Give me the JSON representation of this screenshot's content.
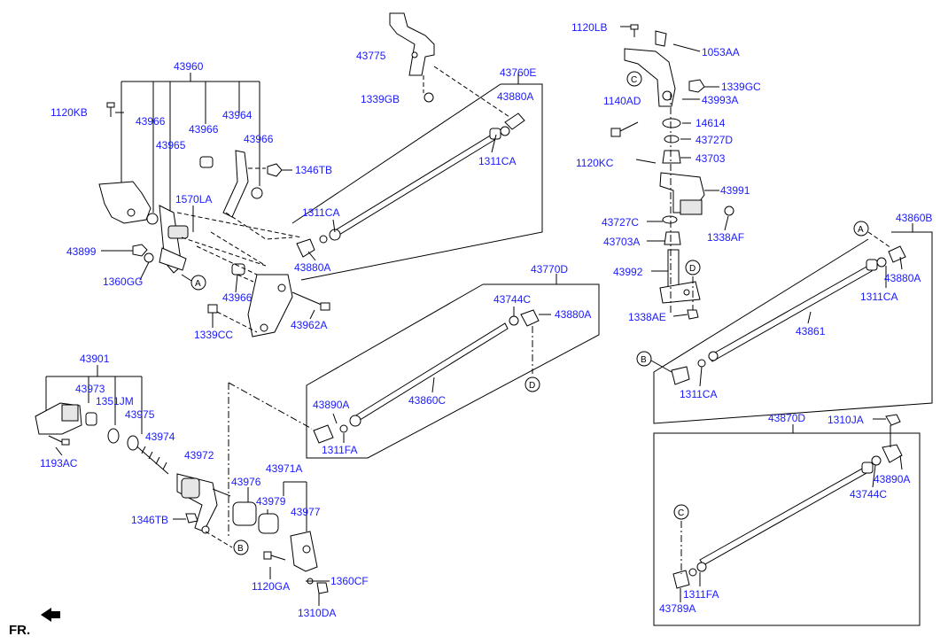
{
  "labels": {
    "l43960": "43960",
    "l1120KB": "1120KB",
    "l43966a": "43966",
    "l43965": "43965",
    "l43966b": "43966",
    "l43964": "43964",
    "l43966c": "43966",
    "l1346TBa": "1346TB",
    "l1570LA": "1570LA",
    "l43899": "43899",
    "l1360GG": "1360GG",
    "l43966d": "43966",
    "l1339CC": "1339CC",
    "l43962A": "43962A",
    "l43775": "43775",
    "l1339GB": "1339GB",
    "l43760E": "43760E",
    "l43880Aa": "43880A",
    "l1311CAa": "1311CA",
    "l1311CAb": "1311CA",
    "l43880Ab": "43880A",
    "l1120LB": "1120LB",
    "l1053AA": "1053AA",
    "l1339GC": "1339GC",
    "l43993A": "43993A",
    "l1140AD": "1140AD",
    "l14614": "14614",
    "l43727D": "43727D",
    "l1120KC": "1120KC",
    "l43703": "43703",
    "l43991": "43991",
    "l43727C": "43727C",
    "l1338AF": "1338AF",
    "l43703A": "43703A",
    "l43992": "43992",
    "l1338AE": "1338AE",
    "l43860B": "43860B",
    "l43880Ac": "43880A",
    "l1311CAc": "1311CA",
    "l43861": "43861",
    "l1311CAd": "1311CA",
    "l43770D": "43770D",
    "l43744Ca": "43744C",
    "l43880Ad": "43880A",
    "l43890Aa": "43890A",
    "l43860C": "43860C",
    "l1311FAa": "1311FA",
    "l43901": "43901",
    "l43973": "43973",
    "l1351JM": "1351JM",
    "l43975": "43975",
    "l43974": "43974",
    "l1193AC": "1193AC",
    "l43972": "43972",
    "l43976": "43976",
    "l43971A": "43971A",
    "l43979": "43979",
    "l43977": "43977",
    "l1346TBb": "1346TB",
    "l1120GA": "1120GA",
    "l1360CF": "1360CF",
    "l1310DA": "1310DA",
    "l43870D": "43870D",
    "l1310JA": "1310JA",
    "l43890Ab": "43890A",
    "l43744Cb": "43744C",
    "l1311FAb": "1311FA",
    "l43789A": "43789A"
  },
  "circle_refs": {
    "A": "A",
    "B": "B",
    "C": "C",
    "D": "D"
  },
  "fr_label": "FR.",
  "colors": {
    "label": "#1a1aff",
    "line": "#000000"
  }
}
